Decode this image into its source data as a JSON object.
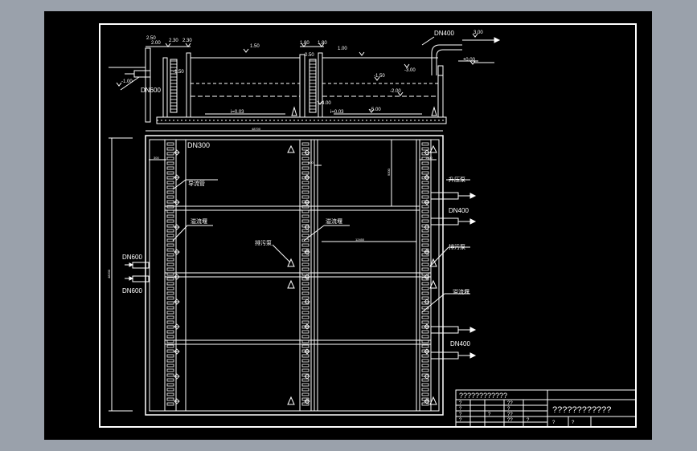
{
  "section": {
    "labels": {
      "dn400_top": "DN400",
      "dn600_left": "DN600",
      "d250": "2.50",
      "d230a": "2.30",
      "d230b": "2.30",
      "d200": "2.00",
      "d150": "1.50",
      "d180a": "1.80",
      "d180b": "1.80",
      "d100": "1.00",
      "d300": "3.00",
      "d000": "±0.00",
      "dm100": "-1.00",
      "dm150a": "-1.50",
      "dm150b": "-1.50",
      "dm200": "-2.00",
      "dm300": "-3.00",
      "dm400": "-4.00",
      "dm500": "-5.00",
      "d050": "0.50",
      "slope_a": "i=0.03",
      "slope_b": "i=0.03"
    }
  },
  "plan": {
    "labels": {
      "dn300": "DN300",
      "guide_pipe": "导流管",
      "weir_left": "溢流堰",
      "weir_mid": "溢流堰",
      "sewage_pump": "排污泵",
      "sewage_pump_right": "排污泵",
      "lift_pump": "升压泵",
      "dn400_a": "DN400",
      "dn400_b": "DN400",
      "weir_right": "溢流堰",
      "dn600_a": "DN600",
      "dn600_b": "DN600",
      "dim_total_width": "48700",
      "dim_total_height": "48200",
      "dim_bay_height": "9300",
      "dim_wall": "300",
      "dim_gap": "500",
      "dim_right": "1000",
      "dim_inner": "12450"
    }
  },
  "title_block": {
    "row1": "????????????",
    "title": "????????????",
    "c_r2a": "?",
    "c_r2b": "??",
    "c_r3a": "?",
    "c_r3b": "?",
    "c_r4a": "?",
    "c_r4b": "?",
    "c_r4c": "??",
    "c_r5a": "?",
    "c_r5b": "??",
    "c_r5c": "?",
    "c_r6a": "?",
    "c_r6b": "?"
  },
  "colors": {
    "background": "#000000",
    "line": "#ffffff",
    "frame_bg": "#9aa1ab"
  }
}
